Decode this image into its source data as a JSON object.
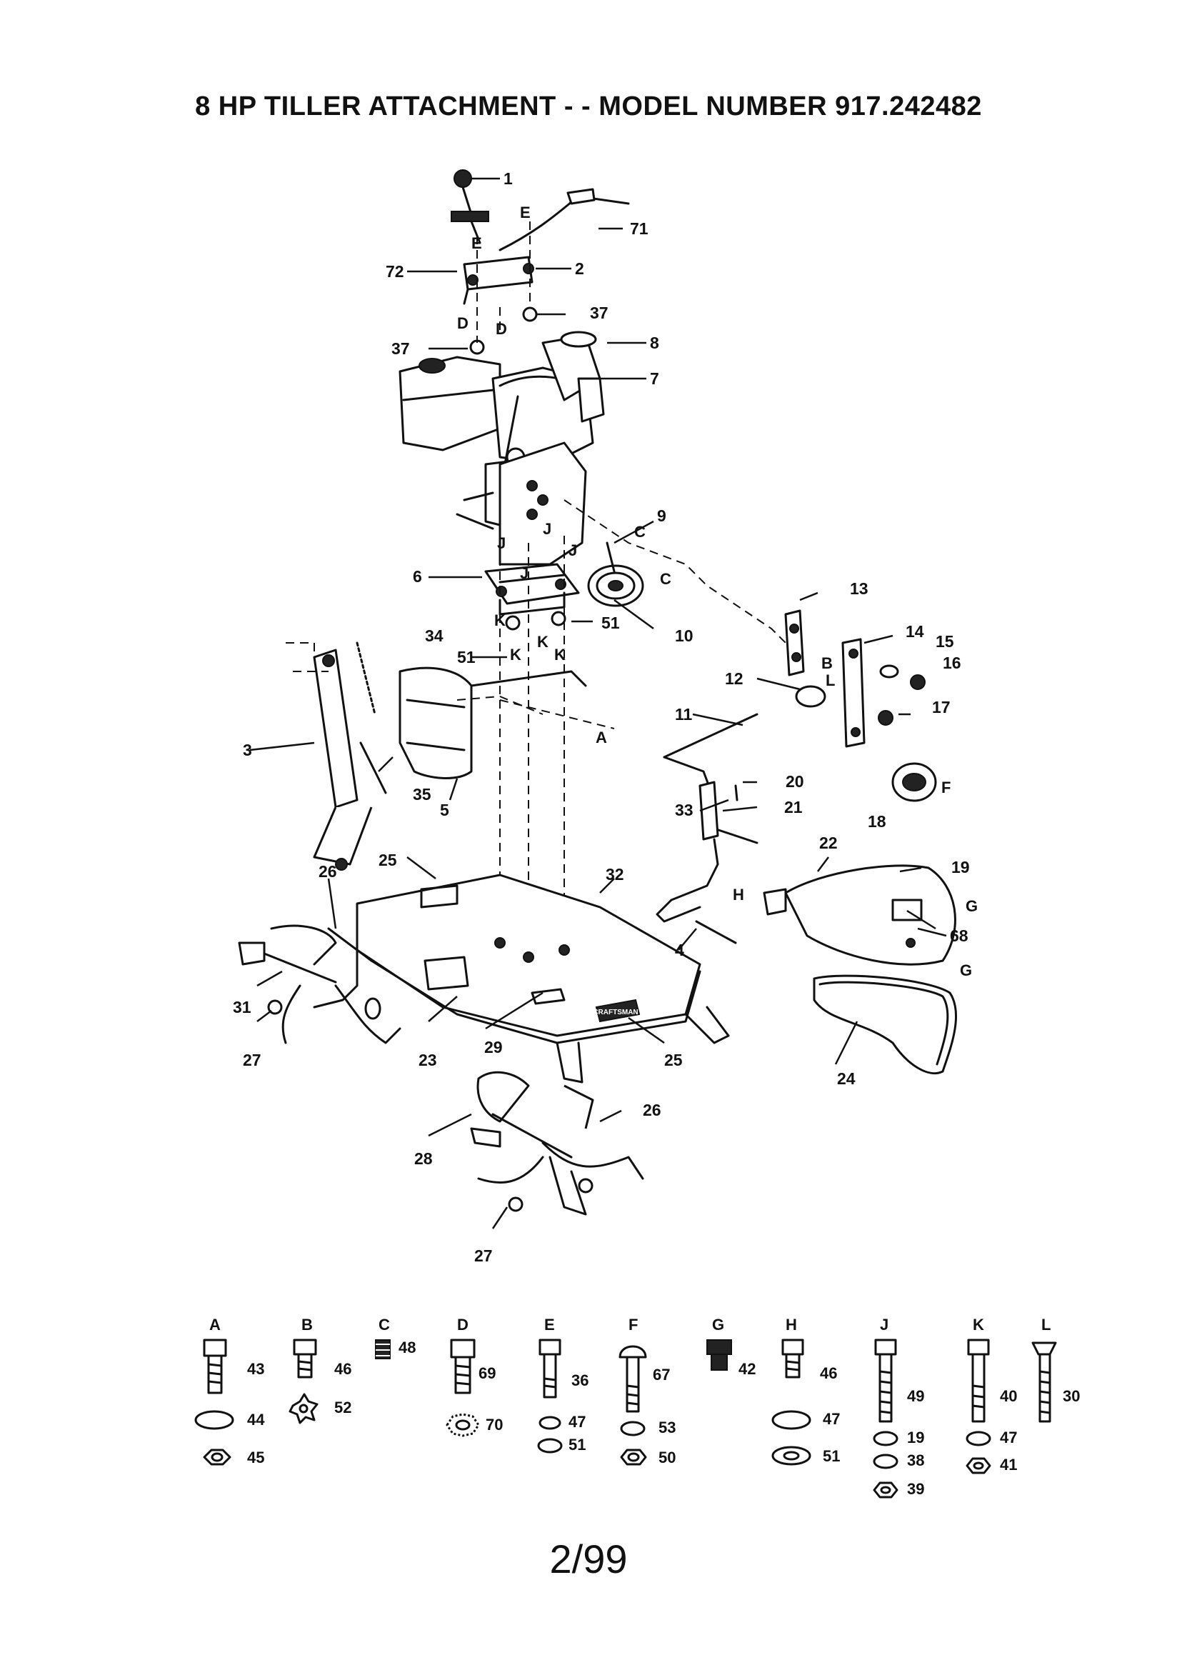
{
  "title": "8 HP  TILLER ATTACHMENT - - MODEL NUMBER 917.242482",
  "page_number": "2/99",
  "callouts": [
    "1",
    "2",
    "3",
    "4",
    "5",
    "6",
    "7",
    "8",
    "9",
    "10",
    "11",
    "12",
    "13",
    "14",
    "15",
    "16",
    "17",
    "18",
    "19",
    "20",
    "21",
    "22",
    "23",
    "24",
    "25",
    "25",
    "26",
    "26",
    "27",
    "27",
    "28",
    "29",
    "31",
    "32",
    "33",
    "34",
    "35",
    "37",
    "37",
    "51",
    "51",
    "68",
    "71",
    "72"
  ],
  "reference_letters": [
    "A",
    "B",
    "C",
    "C",
    "D",
    "D",
    "E",
    "E",
    "F",
    "G",
    "G",
    "H",
    "J",
    "J",
    "J",
    "J",
    "K",
    "K",
    "K",
    "K",
    "L"
  ],
  "hardware_groups": [
    {
      "letter": "A",
      "parts": [
        "43",
        "44",
        "45"
      ]
    },
    {
      "letter": "B",
      "parts": [
        "46",
        "52"
      ]
    },
    {
      "letter": "C",
      "parts": [
        "48"
      ]
    },
    {
      "letter": "D",
      "parts": [
        "69",
        "70"
      ]
    },
    {
      "letter": "E",
      "parts": [
        "36",
        "47",
        "51"
      ]
    },
    {
      "letter": "F",
      "parts": [
        "67",
        "53",
        "50"
      ]
    },
    {
      "letter": "G",
      "parts": [
        "42"
      ]
    },
    {
      "letter": "H",
      "parts": [
        "46",
        "47",
        "51"
      ]
    },
    {
      "letter": "J",
      "parts": [
        "49",
        "19",
        "38",
        "39"
      ]
    },
    {
      "letter": "K",
      "parts": [
        "40",
        "47",
        "41"
      ]
    },
    {
      "letter": "L",
      "parts": [
        "30"
      ]
    }
  ],
  "decal_text": "CRAFTSMAN"
}
